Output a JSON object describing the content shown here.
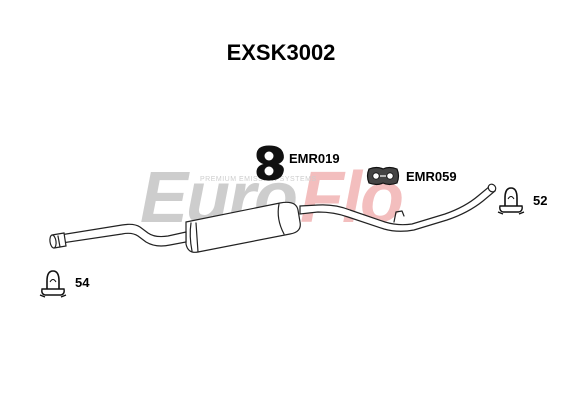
{
  "title": "EXSK3002",
  "watermark": {
    "logo_part1": "Euro",
    "logo_part2": "Flo",
    "tagline": "PREMIUM EMISSION SYSTEMS",
    "color_grey": "#c8c8c8",
    "color_accent": "#f2b8b8"
  },
  "parts": [
    {
      "label": "EMR019",
      "icon": "rubber-hanger-icon"
    },
    {
      "label": "EMR059",
      "icon": "rubber-mount-icon"
    },
    {
      "label": "52",
      "icon": "u-bolt-clamp-icon"
    },
    {
      "label": "54",
      "icon": "u-bolt-clamp-icon"
    }
  ],
  "main_component": {
    "icon": "exhaust-pipe-with-silencer-icon"
  }
}
